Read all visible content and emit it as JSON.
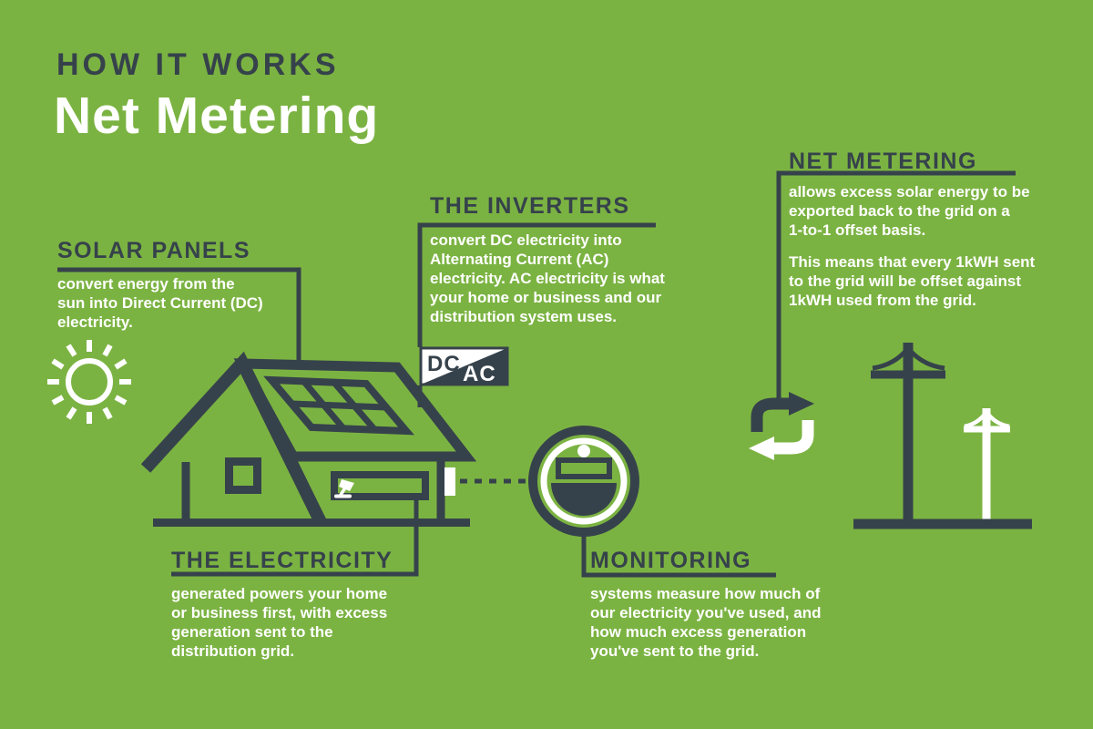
{
  "colors": {
    "background_green": "#7bb342",
    "ink_charcoal": "#36424b",
    "white": "#ffffff"
  },
  "header": {
    "kicker": "HOW IT WORKS",
    "title": "Net Metering"
  },
  "sections": {
    "solar_panels": {
      "title": "SOLAR PANELS",
      "body": "convert energy from the\nsun into Direct Current (DC)\nelectricity."
    },
    "inverters": {
      "title": "THE INVERTERS",
      "body": "convert DC electricity into\nAlternating Current (AC)\nelectricity. AC electricity is what\nyour home or business and our\ndistribution system uses."
    },
    "net_metering": {
      "title": "NET METERING",
      "body_1": "allows excess solar energy to be\nexported back to the grid on a\n1-to-1 offset basis.",
      "body_2": "This means that every 1kWH sent\nto the grid will be offset against\n1kWH used from the grid."
    },
    "electricity": {
      "title": "THE ELECTRICITY",
      "body": "generated powers your home\nor business first, with excess\ngeneration sent to the\ndistribution grid."
    },
    "monitoring": {
      "title": "MONITORING",
      "body": "systems measure how much of\nour electricity you've used, and\nhow much excess generation\nyou've sent to the grid."
    }
  },
  "labels": {
    "dc": "DC",
    "ac": "AC"
  },
  "icons": {
    "sun": "sun-icon",
    "house": "house-with-solar-panels-icon",
    "lamp": "desk-lamp-icon",
    "dc_ac_flag": "dc-ac-flag-icon",
    "meter": "electric-meter-icon",
    "exchange": "exchange-arrows-icon",
    "power_poles": "power-poles-icon"
  }
}
